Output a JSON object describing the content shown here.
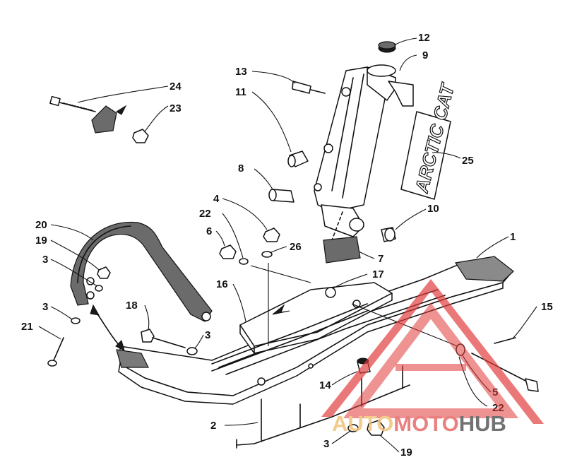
{
  "diagram": {
    "decal_text": "ARCTIC CAT",
    "callouts": [
      {
        "id": "c12",
        "label": "12"
      },
      {
        "id": "c9",
        "label": "9"
      },
      {
        "id": "c13",
        "label": "13"
      },
      {
        "id": "c11",
        "label": "11"
      },
      {
        "id": "c24",
        "label": "24"
      },
      {
        "id": "c23",
        "label": "23"
      },
      {
        "id": "c25",
        "label": "25"
      },
      {
        "id": "c8",
        "label": "8"
      },
      {
        "id": "c4",
        "label": "4"
      },
      {
        "id": "c10",
        "label": "10"
      },
      {
        "id": "c22a",
        "label": "22"
      },
      {
        "id": "c20",
        "label": "20"
      },
      {
        "id": "c6",
        "label": "6"
      },
      {
        "id": "c26",
        "label": "26"
      },
      {
        "id": "c1",
        "label": "1"
      },
      {
        "id": "c19a",
        "label": "19"
      },
      {
        "id": "c7",
        "label": "7"
      },
      {
        "id": "c3a",
        "label": "3"
      },
      {
        "id": "c17",
        "label": "17"
      },
      {
        "id": "c16",
        "label": "16"
      },
      {
        "id": "c3b",
        "label": "3"
      },
      {
        "id": "c18",
        "label": "18"
      },
      {
        "id": "c15",
        "label": "15"
      },
      {
        "id": "c21",
        "label": "21"
      },
      {
        "id": "c3c",
        "label": "3"
      },
      {
        "id": "c14",
        "label": "14"
      },
      {
        "id": "c5",
        "label": "5"
      },
      {
        "id": "c22b",
        "label": "22"
      },
      {
        "id": "c2",
        "label": "2"
      },
      {
        "id": "c3d",
        "label": "3"
      },
      {
        "id": "c19b",
        "label": "19"
      }
    ]
  },
  "watermark": {
    "part1": "AUTO",
    "part2": "MOTO",
    "part3": "HUB",
    "colors": {
      "auto": "#f3c27a",
      "moto": "#e86a6a",
      "hub": "#5a5a5a",
      "triangle": "#e23a3a"
    }
  }
}
